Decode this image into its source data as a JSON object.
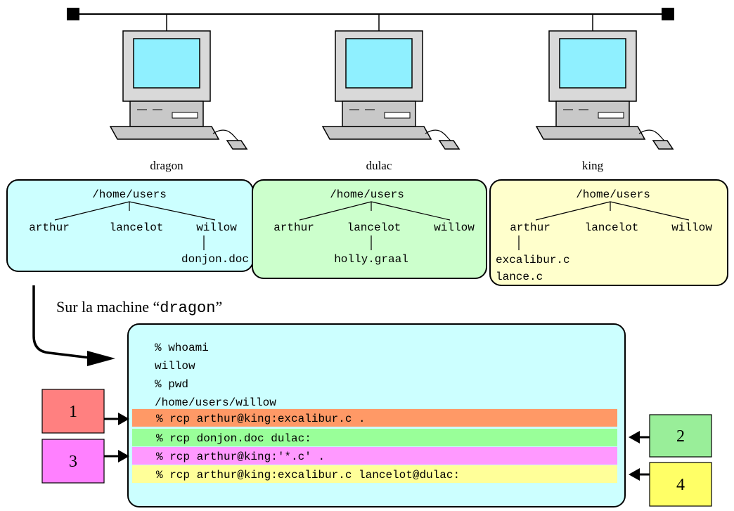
{
  "network": {
    "line_color": "#000000"
  },
  "machines": [
    {
      "name": "dragon",
      "panel_color": "#ccffff",
      "root": "/home/users",
      "users": [
        "arthur",
        "lancelot",
        "willow"
      ],
      "files": [
        "donjon.doc"
      ]
    },
    {
      "name": "dulac",
      "panel_color": "#ccffcc",
      "root": "/home/users",
      "users": [
        "arthur",
        "lancelot",
        "willow"
      ],
      "files": [
        "holly.graal"
      ]
    },
    {
      "name": "king",
      "panel_color": "#ffffcc",
      "root": "/home/users",
      "users": [
        "arthur",
        "lancelot",
        "willow"
      ],
      "files": [
        "excalibur.c",
        "lance.c"
      ]
    }
  ],
  "caption": {
    "prefix": "Sur la machine “",
    "machine": "dragon",
    "suffix": "”"
  },
  "terminal": {
    "background": "#ccffff",
    "lines": [
      {
        "text": "% whoami"
      },
      {
        "text": "willow"
      },
      {
        "text": "% pwd"
      },
      {
        "text": "/home/users/willow"
      },
      {
        "text": "% rcp arthur@king:excalibur.c .",
        "highlight": "#ff9966",
        "marker": "1"
      },
      {
        "text": "% rcp donjon.doc dulac:",
        "highlight": "#99ff99",
        "marker": "2"
      },
      {
        "text": "% rcp arthur@king:'*.c' .",
        "highlight": "#ff99ff",
        "marker": "3"
      },
      {
        "text": "% rcp arthur@king:excalibur.c lancelot@dulac:",
        "highlight": "#ffff99",
        "marker": "4"
      }
    ]
  },
  "markers": [
    {
      "label": "1",
      "color": "#ff8080",
      "side": "left"
    },
    {
      "label": "2",
      "color": "#99ee99",
      "side": "right"
    },
    {
      "label": "3",
      "color": "#ff80ff",
      "side": "left"
    },
    {
      "label": "4",
      "color": "#ffff66",
      "side": "right"
    }
  ]
}
